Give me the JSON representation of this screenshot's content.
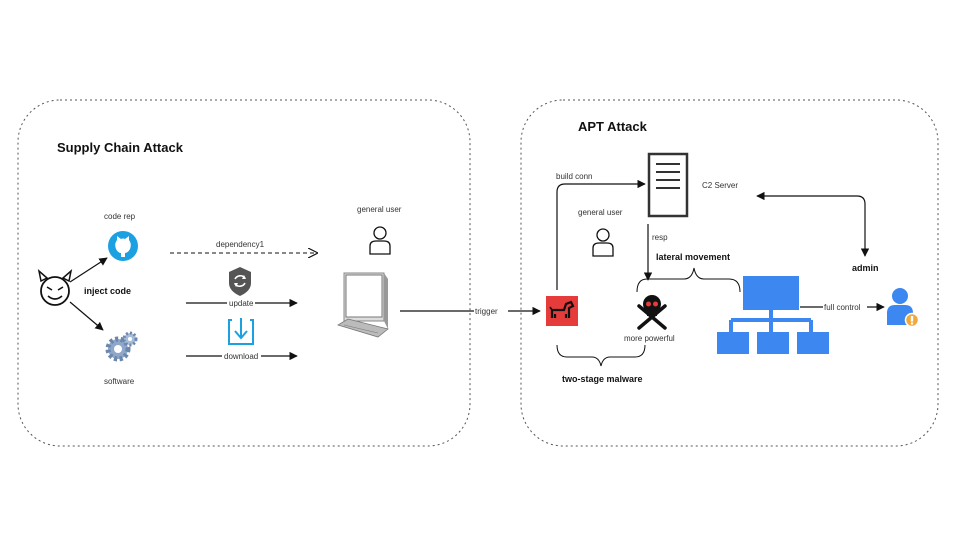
{
  "supply_chain": {
    "title": "Supply Chain Attack",
    "code_rep": "code rep",
    "inject_code": "inject code",
    "software": "software",
    "dependency": "dependency1",
    "update": "update",
    "download": "download",
    "general_user": "general user"
  },
  "apt": {
    "title": "APT Attack",
    "trigger": "trigger",
    "build_conn": "build conn",
    "general_user": "general user",
    "c2_server": "C2 Server",
    "resp": "resp",
    "lateral_movement": "lateral movement",
    "more_powerful": "more powerful",
    "two_stage": "two-stage malware",
    "admin": "admin",
    "full_control": "full control"
  },
  "colors": {
    "github": "#1ba1e2",
    "malware_red": "#e63b3b",
    "network_blue": "#3d87f0",
    "admin_blue": "#3d87f0",
    "admin_badge": "#f2a93b"
  },
  "icons": [
    "devil-icon",
    "github-icon",
    "gear-icon",
    "shield-update-icon",
    "download-icon",
    "user-icon",
    "computer-icon",
    "trojan-horse-icon",
    "skull-icon",
    "server-icon",
    "network-icon",
    "admin-icon"
  ]
}
